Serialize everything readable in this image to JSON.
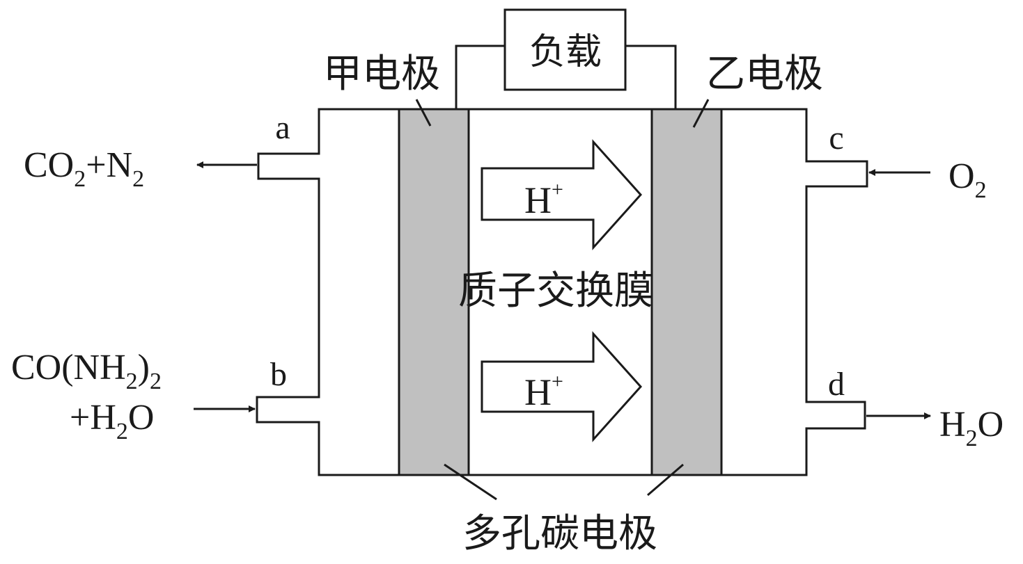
{
  "colors": {
    "line": "#1a1a1a",
    "electrode_fill": "#c0c0c0",
    "background": "#ffffff"
  },
  "load": {
    "label": "负载"
  },
  "electrodes": {
    "left_label": "甲电极",
    "right_label": "乙电极",
    "bottom_label": "多孔碳电极"
  },
  "membrane": {
    "label": "质子交换膜"
  },
  "proton": {
    "symbol": "H",
    "charge": "+"
  },
  "ports": {
    "a": "a",
    "b": "b",
    "c": "c",
    "d": "d"
  },
  "streams": {
    "out_a": {
      "co": "CO",
      "sub1": "2",
      "plus": "+N",
      "sub2": "2"
    },
    "in_b": {
      "line1_main": "CO(NH",
      "line1_sub": "2",
      "line1_close": ")",
      "line1_sub2": "2",
      "line2_plus": "+H",
      "line2_sub": "2",
      "line2_o": "O"
    },
    "in_c": {
      "o": "O",
      "sub": "2"
    },
    "out_d": {
      "h": "H",
      "sub": "2",
      "o": "O"
    }
  },
  "icons": {
    "arrow_out_left": "arrow-left-icon",
    "arrow_in_right": "arrow-right-icon",
    "proton_arrow": "block-arrow-right-icon"
  }
}
